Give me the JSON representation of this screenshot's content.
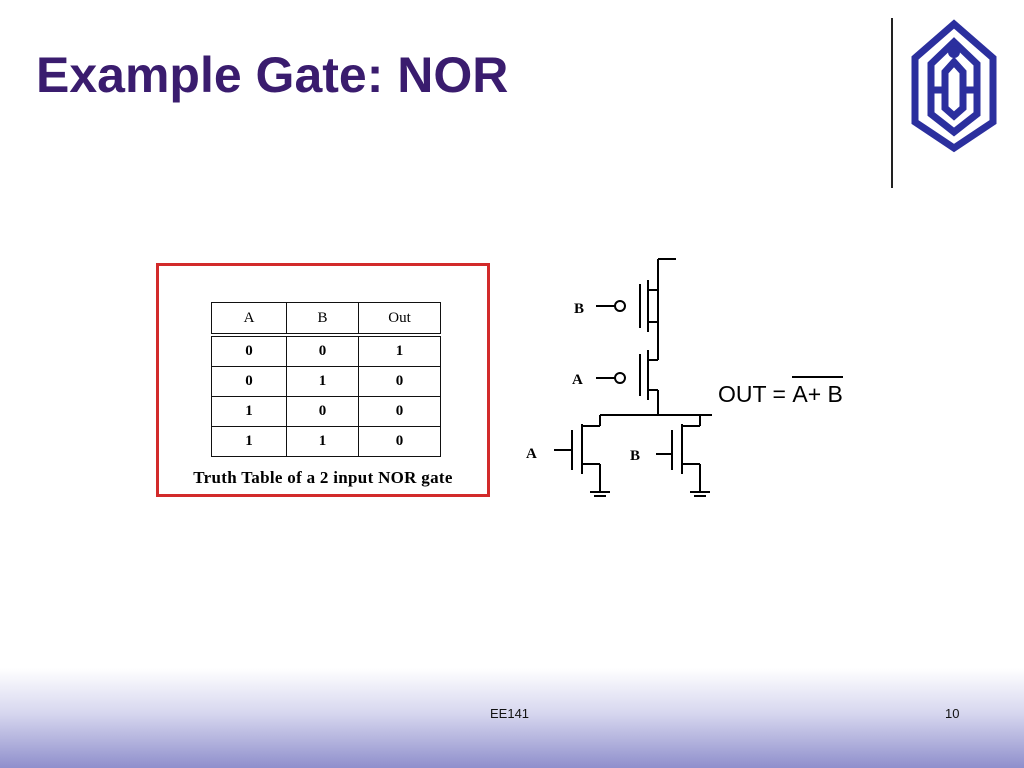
{
  "slide": {
    "title": "Example Gate: NOR",
    "footer_center": "EE141",
    "page_number": "10"
  },
  "truth_table": {
    "headers": [
      "A",
      "B",
      "Out"
    ],
    "rows": [
      [
        "0",
        "0",
        "1"
      ],
      [
        "0",
        "1",
        "0"
      ],
      [
        "1",
        "0",
        "0"
      ],
      [
        "1",
        "1",
        "0"
      ]
    ],
    "caption": "Truth Table of a 2 input NOR gate"
  },
  "circuit": {
    "pmos_top_label": "B",
    "pmos_bottom_label": "A",
    "nmos_left_label": "A",
    "nmos_right_label": "B",
    "equation_lhs": "OUT = ",
    "equation_rhs": "A+ B"
  },
  "colors": {
    "title": "#3a1c6e",
    "frame": "#d22a2a",
    "logo": "#2b2f9e"
  }
}
